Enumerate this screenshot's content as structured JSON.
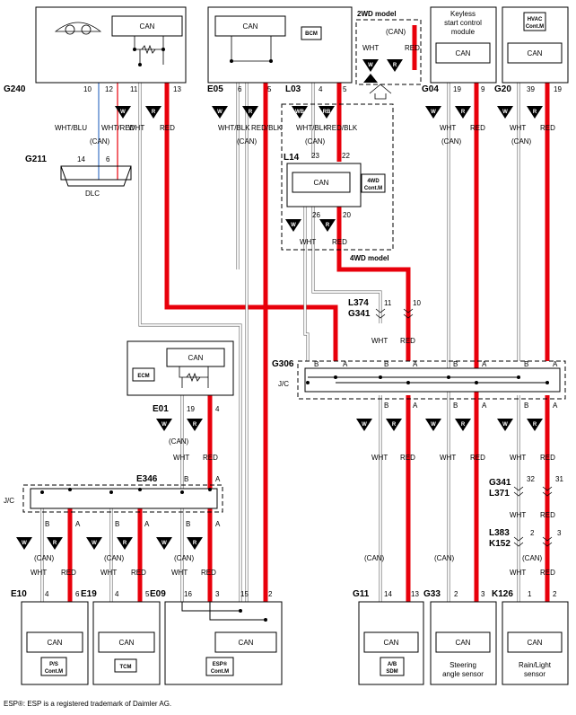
{
  "colors": {
    "red_wire": "#e8000b",
    "white_wire": "#ffffff",
    "blue_stripe": "#3b73c4"
  },
  "labels": {
    "can": "CAN",
    "can_paren": "(CAN)",
    "wht": "WHT",
    "red": "RED",
    "wht_blu": "WHT/BLU",
    "wht_red": "WHT/RED",
    "wht_blk": "WHT/BLK",
    "red_blk": "RED/BLK",
    "w": "W",
    "r": "R",
    "wb": "WB",
    "rb": "RB",
    "a": "A",
    "b": "B",
    "jc": "J/C"
  },
  "models": {
    "two_wd": "2WD model",
    "four_wd": "4WD model"
  },
  "modules": {
    "keyless": [
      "Keyless",
      "start control",
      "module"
    ],
    "hvac": [
      "HVAC",
      "Cont.M"
    ],
    "bcm": "BCM",
    "four_wd_cont": [
      "4WD",
      "Cont.M"
    ],
    "ecm": "ECM",
    "dlc": "DLC",
    "pis": [
      "P/S",
      "Cont.M"
    ],
    "tcm": "TCM",
    "esp": [
      "ESP®",
      "Cont.M"
    ],
    "ab": [
      "A/B",
      "SDM"
    ],
    "steering": [
      "Steering",
      "angle sensor"
    ],
    "rain": [
      "Rain/Light",
      "sensor"
    ]
  },
  "connectors": {
    "G240": "G240",
    "G211": "G211",
    "E05": "E05",
    "L03": "L03",
    "L14": "L14",
    "G04": "G04",
    "G20": "G20",
    "L374": "L374",
    "G341": "G341",
    "G306": "G306",
    "E01": "E01",
    "E346": "E346",
    "L371": "L371",
    "L383": "L383",
    "K152": "K152",
    "E10": "E10",
    "E19": "E19",
    "E09": "E09",
    "G11": "G11",
    "G33": "G33",
    "K126": "K126"
  },
  "pins": {
    "p10": "10",
    "p12": "12",
    "p11": "11",
    "p13": "13",
    "p14": "14",
    "p6": "6",
    "p5": "5",
    "p4": "4",
    "p9": "9",
    "p19": "19",
    "p39": "39",
    "p23": "23",
    "p22": "22",
    "p26": "26",
    "p20": "20",
    "p32": "32",
    "p31": "31",
    "p2": "2",
    "p3": "3",
    "p16": "16",
    "p15": "15",
    "p1": "1"
  },
  "footnote": "ESP®: ESP is a registered trademark of Daimler AG."
}
